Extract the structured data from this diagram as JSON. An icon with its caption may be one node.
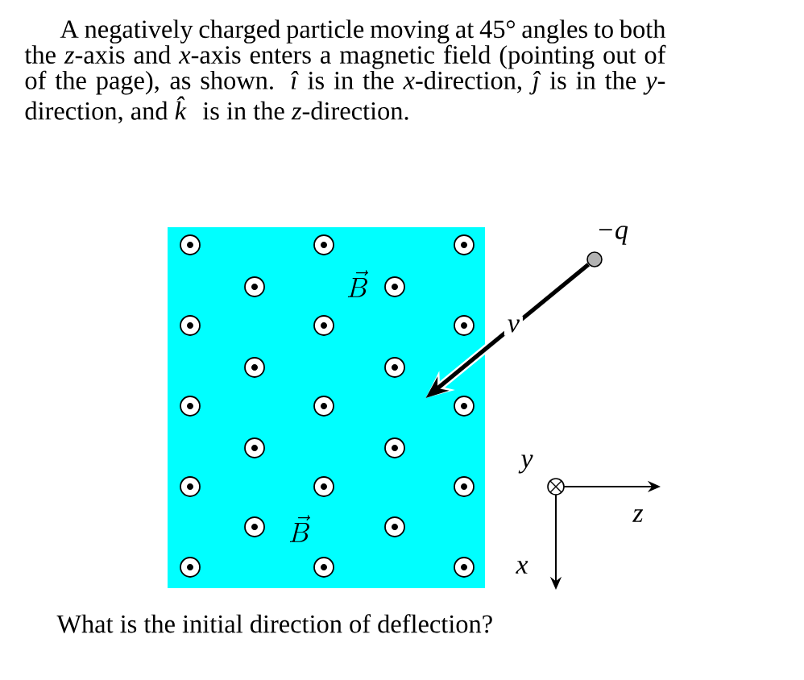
{
  "diagram": {
    "title": "A negatively charged particle moving at 45° angles to both the *z*-axis and *x*-axis enters a magnetic field (pointing out of of the page), as shown. *î* is in the *x*-direction, *ĵ* is in the *y*-direction, and *k̂* is in the *z*-direction.",
    "caption": "What is the initial direction of deflection?",
    "nodes": [
      {
        "text": [
          "\\vec{B}",
          "\\vec{B}"
        ]
      },
      {
        "text": [],
        "shape": "circle",
        "beside": [
          "−q"
        ]
      }
    ],
    "edges": [
      {
        "from": 1,
        "to": 0,
        "arrow": "to",
        "label": "v"
      }
    ],
    "labels": [
      "y",
      "z",
      "x"
    ]
  }
}
